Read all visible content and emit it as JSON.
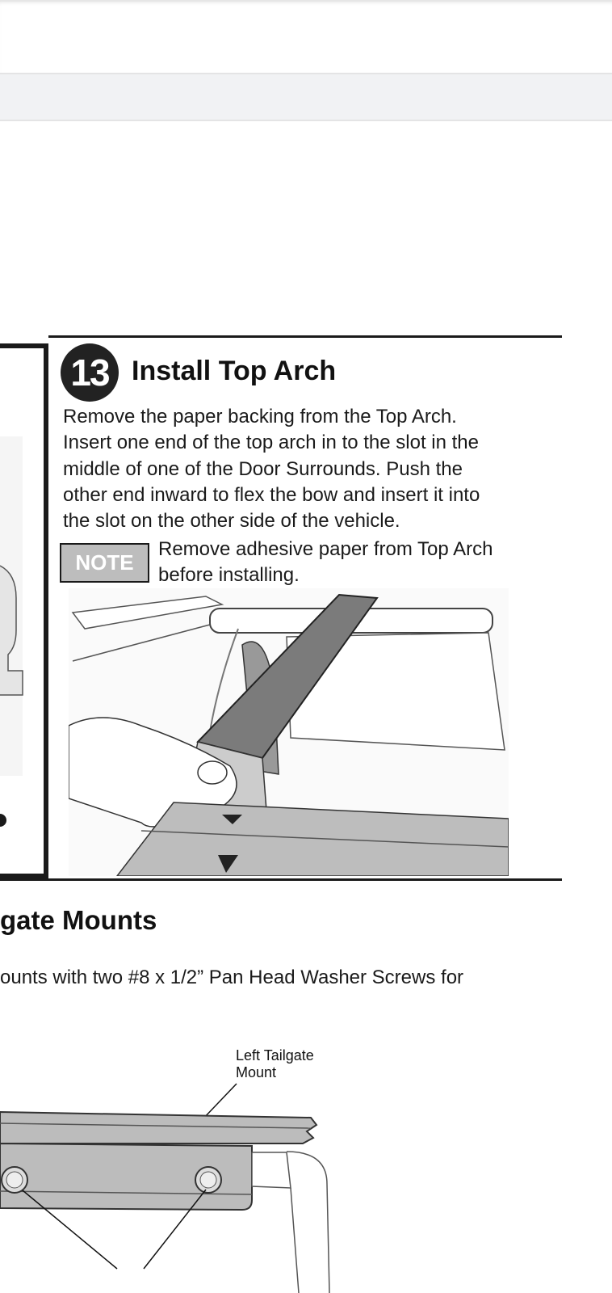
{
  "step": {
    "number": "13",
    "title": "Install Top Arch",
    "body_lines": [
      "Remove the paper backing from the Top Arch.",
      "Insert one end of the top arch in to the slot in the",
      "middle of one of the Door Surrounds. Push the",
      "other end inward to flex the bow and insert it into",
      "the slot on the other side of the vehicle."
    ],
    "note_label": "NOTE",
    "note_lines": [
      "Remove adhesive paper from Top Arch",
      "before installing."
    ]
  },
  "next_section": {
    "heading": "gate Mounts",
    "body": "ounts with two #8 x 1/2” Pan Head Washer Screws for",
    "callout_lines": [
      "Left Tailgate",
      "Mount"
    ]
  }
}
